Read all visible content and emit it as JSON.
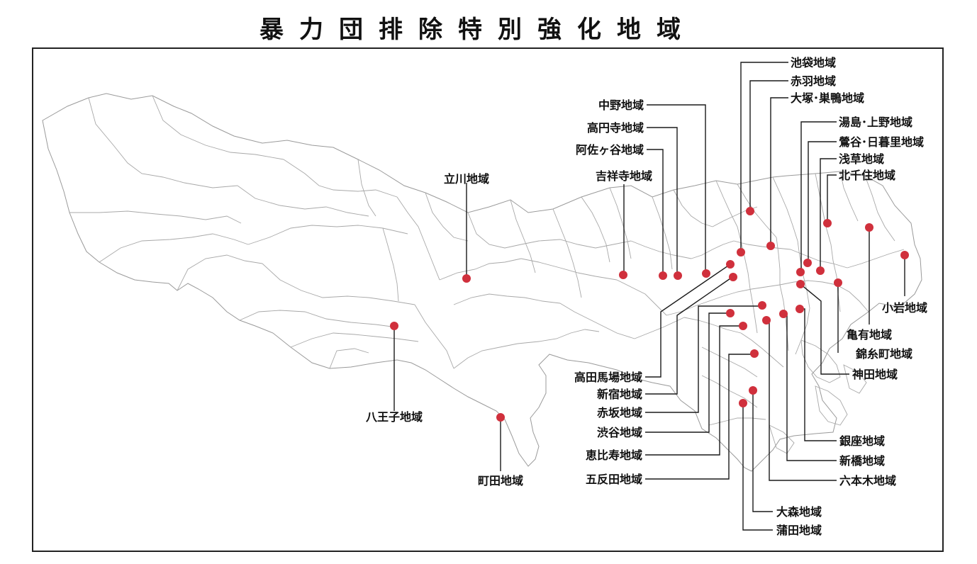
{
  "title": "暴力団排除特別強化地域",
  "colors": {
    "marker": "#d0303c",
    "leader": "#1a1a1a",
    "boundary": "#9a9a9a"
  },
  "areas": [
    {
      "id": "ikebukuro",
      "label": "池袋地域"
    },
    {
      "id": "akabane",
      "label": "赤羽地域"
    },
    {
      "id": "otsuka",
      "label": "大塚･巣鴨地域"
    },
    {
      "id": "nakano",
      "label": "中野地域"
    },
    {
      "id": "koenji",
      "label": "高円寺地域"
    },
    {
      "id": "asagaya",
      "label": "阿佐ヶ谷地域"
    },
    {
      "id": "kichijoji",
      "label": "吉祥寺地域"
    },
    {
      "id": "tachikawa",
      "label": "立川地域"
    },
    {
      "id": "yushima",
      "label": "湯島･上野地域"
    },
    {
      "id": "uguisudani",
      "label": "鶯谷･日暮里地域"
    },
    {
      "id": "asakusa",
      "label": "浅草地域"
    },
    {
      "id": "kitasenju",
      "label": "北千住地域"
    },
    {
      "id": "koiwa",
      "label": "小岩地域"
    },
    {
      "id": "kameari",
      "label": "亀有地域"
    },
    {
      "id": "kinshicho",
      "label": "錦糸町地域"
    },
    {
      "id": "kanda",
      "label": "神田地域"
    },
    {
      "id": "takadanobaba",
      "label": "高田馬場地域"
    },
    {
      "id": "shinjuku",
      "label": "新宿地域"
    },
    {
      "id": "akasaka",
      "label": "赤坂地域"
    },
    {
      "id": "shibuya",
      "label": "渋谷地域"
    },
    {
      "id": "ebisu",
      "label": "恵比寿地域"
    },
    {
      "id": "gotanda",
      "label": "五反田地域"
    },
    {
      "id": "hachioji",
      "label": "八王子地域"
    },
    {
      "id": "machida",
      "label": "町田地域"
    },
    {
      "id": "ginza",
      "label": "銀座地域"
    },
    {
      "id": "shinbashi",
      "label": "新橋地域"
    },
    {
      "id": "roppongi",
      "label": "六本木地域"
    },
    {
      "id": "omori",
      "label": "大森地域"
    },
    {
      "id": "kamata",
      "label": "蒲田地域"
    }
  ]
}
